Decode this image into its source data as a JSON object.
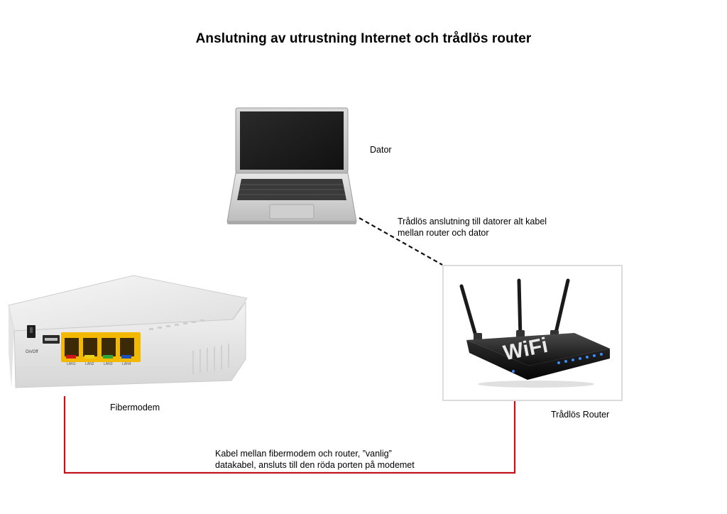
{
  "title": "Anslutning av utrustning Internet och trådlös router",
  "labels": {
    "dator": "Dator",
    "fibermodem": "Fibermodem",
    "router": "Trådlös Router",
    "wireless_note_line1": "Trådlös anslutning till datorer alt kabel",
    "wireless_note_line2": "mellan router och dator",
    "cable_note_line1": "Kabel mellan fibermodem och router, ”vanlig”",
    "cable_note_line2": "datakabel, ansluts till den röda porten på modemet"
  },
  "modem": {
    "power_switch_label": "On/Off",
    "ports": [
      "LAN1",
      "LAN2",
      "LAN3",
      "LAN4"
    ]
  },
  "router": {
    "logo": "WiFi"
  },
  "colors": {
    "cable": "#c0141c",
    "wireless_link": "#111111",
    "port_lan1": "#d4141c",
    "port_lan2": "#e8d21a",
    "port_lan3": "#2fa83a",
    "port_lan4": "#1f4fb8",
    "router_led": "#3a8cff"
  }
}
